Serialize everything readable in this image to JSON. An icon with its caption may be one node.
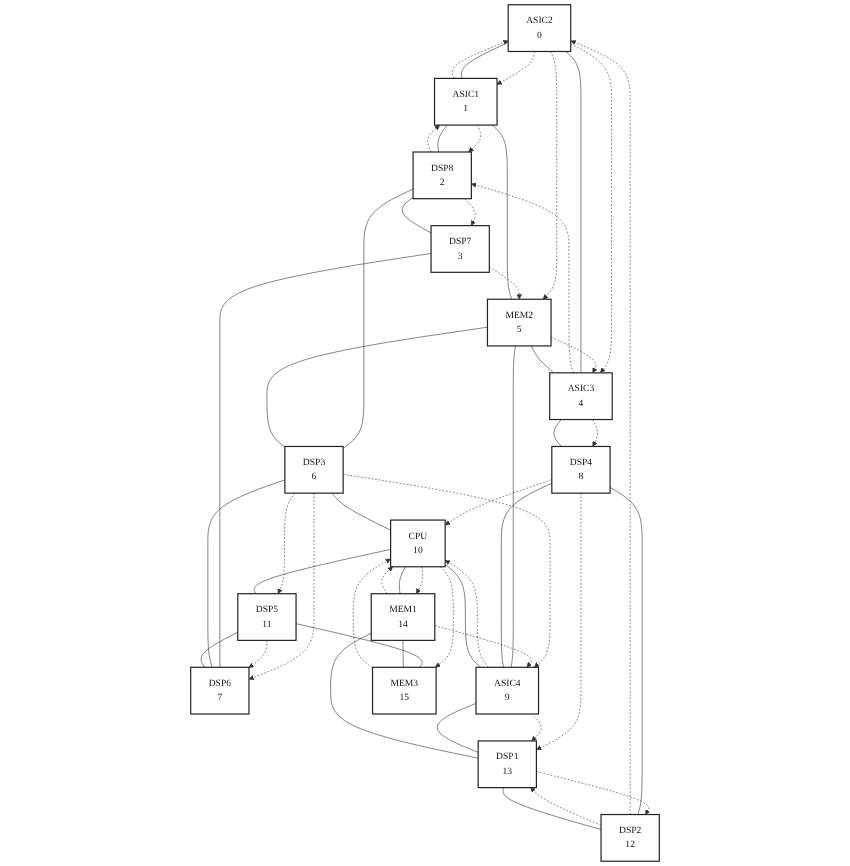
{
  "diagram": {
    "nodes": [
      {
        "text": [
          "ASIC2",
          "0"
        ]
      },
      {
        "text": [
          "ASIC1",
          "1"
        ]
      },
      {
        "text": [
          "DSP8",
          "2"
        ]
      },
      {
        "text": [
          "DSP7",
          "3"
        ]
      },
      {
        "text": [
          "ASIC3",
          "4"
        ]
      },
      {
        "text": [
          "MEM2",
          "5"
        ]
      },
      {
        "text": [
          "DSP3",
          "6"
        ]
      },
      {
        "text": [
          "DSP6",
          "7"
        ]
      },
      {
        "text": [
          "DSP4",
          "8"
        ]
      },
      {
        "text": [
          "ASIC4",
          "9"
        ]
      },
      {
        "text": [
          "CPU",
          "10"
        ]
      },
      {
        "text": [
          "DSP5",
          "11"
        ]
      },
      {
        "text": [
          "DSP2",
          "12"
        ]
      },
      {
        "text": [
          "DSP1",
          "13"
        ]
      },
      {
        "text": [
          "MEM1",
          "14"
        ]
      },
      {
        "text": [
          "MEM3",
          "15"
        ]
      }
    ],
    "edges": [
      {
        "from": 1,
        "to": 0,
        "arrow": "to",
        "style": "dashed"
      },
      {
        "from": 0,
        "to": 1,
        "arrow": "to",
        "style": "dashed"
      },
      {
        "from": 0,
        "to": 5,
        "arrow": "to",
        "style": "dashed"
      },
      {
        "from": 3,
        "to": 5,
        "arrow": "to",
        "style": "dashed"
      },
      {
        "from": 1,
        "to": 2,
        "arrow": "to",
        "style": "dashed"
      },
      {
        "from": 2,
        "to": 1,
        "arrow": "to",
        "style": "dashed"
      },
      {
        "from": 2,
        "to": 3,
        "arrow": "to",
        "style": "dashed"
      },
      {
        "from": 12,
        "to": 0,
        "arrow": "to",
        "style": "dashed"
      },
      {
        "from": 0,
        "to": 4,
        "arrow": "to",
        "style": "dashed"
      },
      {
        "from": 4,
        "to": 2,
        "arrow": "to",
        "style": "dashed"
      },
      {
        "from": 5,
        "to": 4,
        "arrow": "to",
        "style": "dashed"
      },
      {
        "from": 6,
        "to": 9,
        "arrow": "to",
        "style": "dashed"
      },
      {
        "from": 6,
        "to": 7,
        "arrow": "to",
        "style": "dashed"
      },
      {
        "from": 6,
        "to": 11,
        "arrow": "to",
        "style": "dashed"
      },
      {
        "from": 11,
        "to": 7,
        "arrow": "to",
        "style": "dashed"
      },
      {
        "from": 4,
        "to": 8,
        "arrow": "to",
        "style": "dashed"
      },
      {
        "from": 8,
        "to": 10,
        "arrow": "to",
        "style": "dashed"
      },
      {
        "from": 8,
        "to": 13,
        "arrow": "to",
        "style": "dashed"
      },
      {
        "from": 9,
        "to": 10,
        "arrow": "to",
        "style": "dashed"
      },
      {
        "from": 9,
        "to": 13,
        "arrow": "to",
        "style": "dashed"
      },
      {
        "from": 14,
        "to": 9,
        "arrow": "to",
        "style": "dashed"
      },
      {
        "from": 10,
        "to": 14,
        "arrow": "to",
        "style": "dashed"
      },
      {
        "from": 14,
        "to": 10,
        "arrow": "to",
        "style": "dashed"
      },
      {
        "from": 15,
        "to": 10,
        "arrow": "to",
        "style": "dashed"
      },
      {
        "from": 10,
        "to": 15,
        "arrow": "to",
        "style": "dashed"
      },
      {
        "from": 13,
        "to": 12,
        "arrow": "to",
        "style": "dashed"
      },
      {
        "from": 12,
        "to": 13,
        "arrow": "to",
        "style": "dashed"
      },
      {
        "from": 0,
        "to": 1,
        "arrow": "none"
      },
      {
        "from": 1,
        "to": 2,
        "arrow": "none"
      },
      {
        "from": 2,
        "to": 3,
        "arrow": "none"
      },
      {
        "from": 0,
        "to": 4,
        "arrow": "none"
      },
      {
        "from": 1,
        "to": 5,
        "arrow": "none"
      },
      {
        "from": 2,
        "to": 6,
        "arrow": "none"
      },
      {
        "from": 3,
        "to": 7,
        "arrow": "none"
      },
      {
        "from": 4,
        "to": 5,
        "arrow": "none"
      },
      {
        "from": 5,
        "to": 6,
        "arrow": "none"
      },
      {
        "from": 6,
        "to": 7,
        "arrow": "none"
      },
      {
        "from": 4,
        "to": 8,
        "arrow": "none"
      },
      {
        "from": 5,
        "to": 9,
        "arrow": "none"
      },
      {
        "from": 6,
        "to": 10,
        "arrow": "none"
      },
      {
        "from": 7,
        "to": 11,
        "arrow": "none"
      },
      {
        "from": 8,
        "to": 9,
        "arrow": "none"
      },
      {
        "from": 9,
        "to": 10,
        "arrow": "none"
      },
      {
        "from": 10,
        "to": 11,
        "arrow": "none"
      },
      {
        "from": 8,
        "to": 12,
        "arrow": "none"
      },
      {
        "from": 9,
        "to": 13,
        "arrow": "none"
      },
      {
        "from": 10,
        "to": 14,
        "arrow": "none"
      },
      {
        "from": 11,
        "to": 15,
        "arrow": "none"
      },
      {
        "from": 12,
        "to": 13,
        "arrow": "none"
      },
      {
        "from": 13,
        "to": 14,
        "arrow": "none"
      },
      {
        "from": 14,
        "to": 15,
        "arrow": "none"
      }
    ]
  }
}
